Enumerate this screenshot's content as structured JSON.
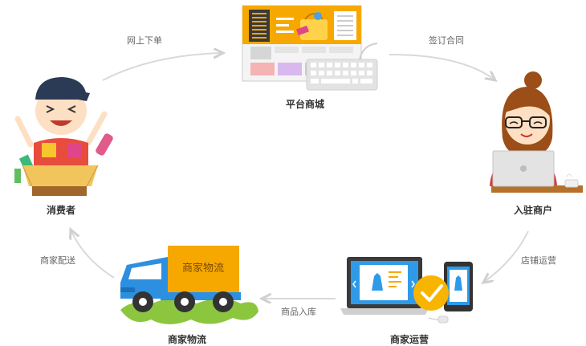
{
  "nodes": {
    "platform": "平台商城",
    "merchant": "入驻商户",
    "operation": "商家运营",
    "logistics": "商家物流",
    "consumer": "消费者"
  },
  "edges": {
    "consumer_to_platform": "网上下单",
    "platform_to_merchant": "签订合同",
    "merchant_to_operation": "店铺运营",
    "operation_to_logistics": "商品入库",
    "logistics_to_consumer": "商家配送"
  },
  "truck": {
    "sign": "商家物流"
  },
  "colors": {
    "accent": "#f7a800",
    "arrow": "#d9d9d9",
    "truck_blue": "#2d8fe0",
    "grass": "#8cc63f",
    "check": "#f8b500"
  }
}
